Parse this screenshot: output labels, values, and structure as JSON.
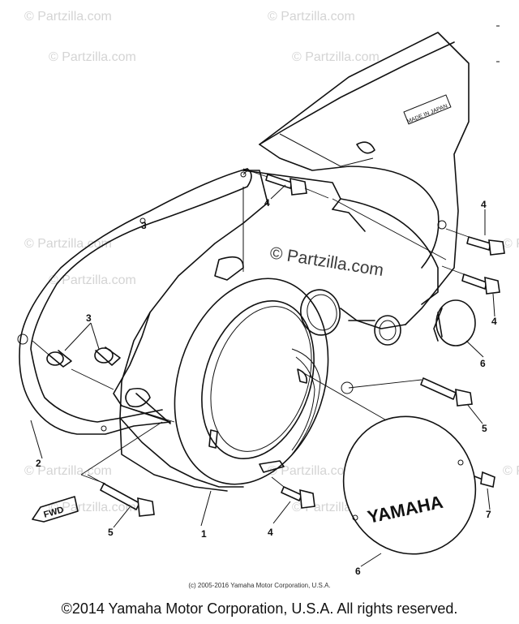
{
  "watermark": {
    "text": "© Partzilla.com",
    "center_text": "© Partzilla.com"
  },
  "labels": {
    "made_in_japan": "MADE IN JAPAN",
    "fwd": "FWD",
    "cover_brand": "YAMAHA"
  },
  "callouts": {
    "c1": "1",
    "c2": "2",
    "c3a": "3",
    "c3b": "3",
    "c4a": "4",
    "c4b": "4",
    "c4c": "4",
    "c4d": "4",
    "c5a": "5",
    "c5b": "5",
    "c6a": "6",
    "c6b": "6",
    "c7": "7"
  },
  "copyright": {
    "small": "(c) 2005-2016 Yamaha Motor Corporation, U.S.A.",
    "main": "©2014 Yamaha Motor Corporation, U.S.A. All rights reserved."
  }
}
